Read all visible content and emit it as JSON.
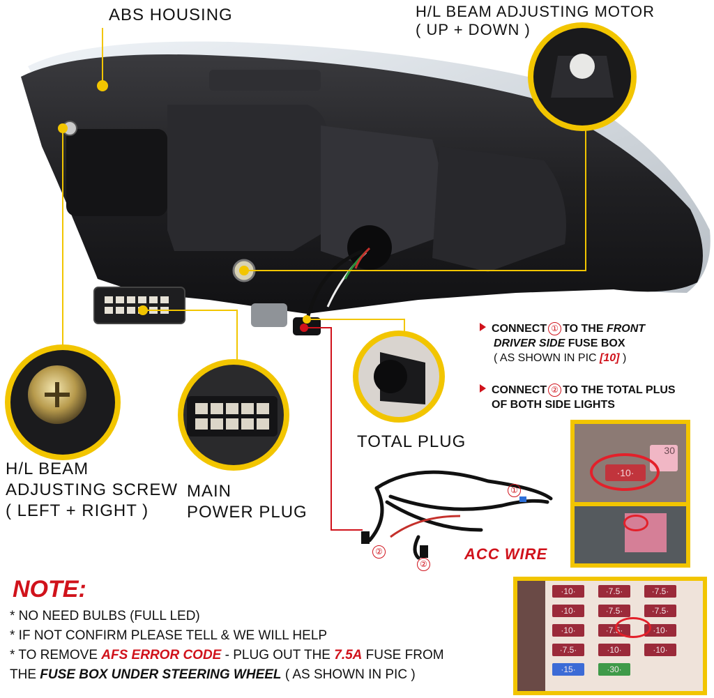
{
  "labels": {
    "abs_housing": "ABS HOUSING",
    "motor_line1": "H/L BEAM ADJUSTING MOTOR",
    "motor_line2": "( UP + DOWN )",
    "screw_line1": "H/L BEAM",
    "screw_line2": "ADJUSTING SCREW",
    "screw_line3": "( LEFT + RIGHT )",
    "main_line1": "MAIN",
    "main_line2": "POWER PLUG",
    "total_plug": "TOTAL PLUG",
    "acc_wire": "ACC WIRE"
  },
  "instructions": {
    "c1_connect": "CONNECT",
    "c1_num": "①",
    "c1_to_the": "TO THE",
    "c1_front": "FRONT",
    "c1_driver": "DRIVER SIDE",
    "c1_fuse_box": "FUSE BOX",
    "c1_shown_pre": "( AS SHOWN IN PIC",
    "c1_pic": "[10]",
    "c1_shown_post": ")",
    "c2_connect": "CONNECT",
    "c2_num": "②",
    "c2_rest": "TO THE TOTAL PLUS",
    "c2_line2": "OF BOTH SIDE LIGHTS"
  },
  "wire_markers": {
    "m1": "①",
    "m2a": "②",
    "m2b": "②"
  },
  "note": {
    "title": "NOTE:",
    "line1": "* NO NEED BULBS (FULL LED)",
    "line2": "* IF NOT CONFIRM PLEASE TELL & WE WILL HELP",
    "line3_pre": "* TO REMOVE",
    "line3_red": "AFS ERROR CODE",
    "line3_mid": "- PLUG OUT THE",
    "line3_fuse": "7.5A",
    "line3_post": "FUSE FROM",
    "line4_pre": "THE",
    "line4_bold": "FUSE BOX UNDER STEERING WHEEL",
    "line4_post": "( AS SHOWN IN PIC )"
  },
  "fuse_labels": {
    "top_30": "30",
    "top_10": "·10·",
    "bottom": [
      "·10·",
      "·7.5·",
      "·7.5·",
      "·10·",
      "·7.5·",
      "·7.5·",
      "·10·",
      "·7.5·",
      "·10·",
      "·7.5·",
      "·10·",
      "·10·",
      "·15·",
      "·30·"
    ]
  },
  "colors": {
    "accent_yellow": "#f2c500",
    "warning_red": "#d0121b",
    "housing_dark": "#1c1c1e"
  }
}
